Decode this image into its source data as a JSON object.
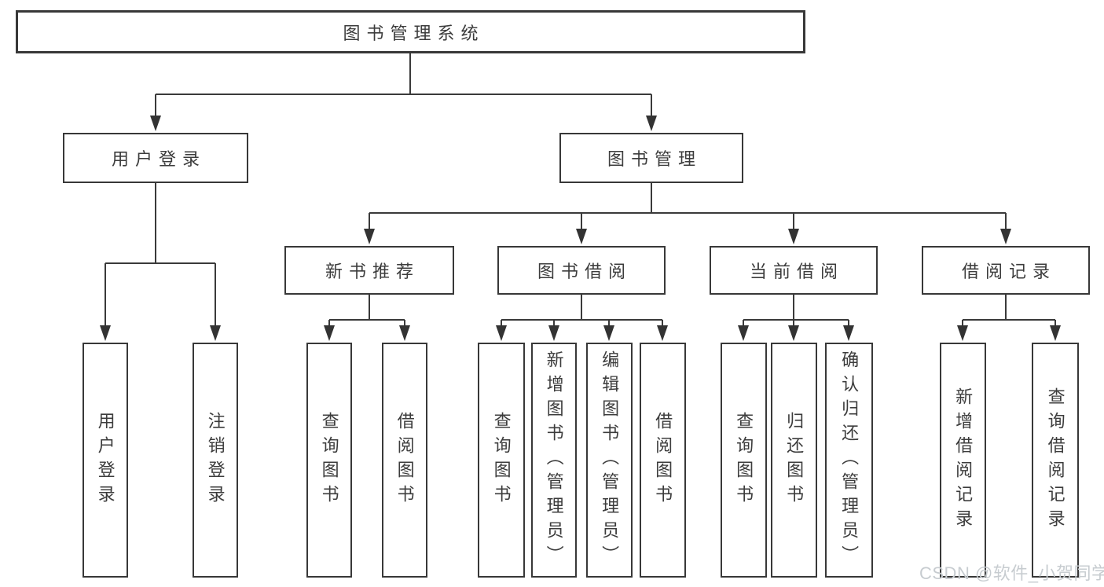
{
  "diagram": {
    "type": "hierarchy-tree",
    "title": "图书管理系统",
    "nodes": {
      "root": "图书管理系统",
      "l2_user_login": "用户登录",
      "l2_book_management": "图书管理",
      "l3_new_book_recommend": "新书推荐",
      "l3_book_borrowing": "图书借阅",
      "l3_current_borrowing": "当前借阅",
      "l3_borrowing_records": "借阅记录",
      "leaf_user_login": "用户登录",
      "leaf_logout": "注销登录",
      "leaf_nb_query_books": "查询图书",
      "leaf_nb_borrow_books": "借阅图书",
      "leaf_bb_query_books": "查询图书",
      "leaf_bb_add_books_admin": "新增图书（管理员）",
      "leaf_bb_edit_books_admin": "编辑图书（管理员）",
      "leaf_bb_borrow_books": "借阅图书",
      "leaf_cb_query_books": "查询图书",
      "leaf_cb_return_books": "归还图书",
      "leaf_cb_confirm_return_admin": "确认归还（管理员）",
      "leaf_br_add_record": "新增借阅记录",
      "leaf_br_query_record": "查询借阅记录"
    },
    "edges": [
      [
        "root",
        "l2_user_login"
      ],
      [
        "root",
        "l2_book_management"
      ],
      [
        "l2_user_login",
        "leaf_user_login"
      ],
      [
        "l2_user_login",
        "leaf_logout"
      ],
      [
        "l2_book_management",
        "l3_new_book_recommend"
      ],
      [
        "l2_book_management",
        "l3_book_borrowing"
      ],
      [
        "l2_book_management",
        "l3_current_borrowing"
      ],
      [
        "l2_book_management",
        "l3_borrowing_records"
      ],
      [
        "l3_new_book_recommend",
        "leaf_nb_query_books"
      ],
      [
        "l3_new_book_recommend",
        "leaf_nb_borrow_books"
      ],
      [
        "l3_book_borrowing",
        "leaf_bb_query_books"
      ],
      [
        "l3_book_borrowing",
        "leaf_bb_add_books_admin"
      ],
      [
        "l3_book_borrowing",
        "leaf_bb_edit_books_admin"
      ],
      [
        "l3_book_borrowing",
        "leaf_bb_borrow_books"
      ],
      [
        "l3_current_borrowing",
        "leaf_cb_query_books"
      ],
      [
        "l3_current_borrowing",
        "leaf_cb_return_books"
      ],
      [
        "l3_current_borrowing",
        "leaf_cb_confirm_return_admin"
      ],
      [
        "l3_borrowing_records",
        "leaf_br_add_record"
      ],
      [
        "l3_borrowing_records",
        "leaf_br_query_record"
      ]
    ],
    "watermark": "CSDN @软件_小贺同学",
    "colors": {
      "background": "#ffffff",
      "line": "#3a3a3a",
      "border": "#383838",
      "text": "#3c3c3c",
      "watermark": "#c7ccd0"
    }
  }
}
